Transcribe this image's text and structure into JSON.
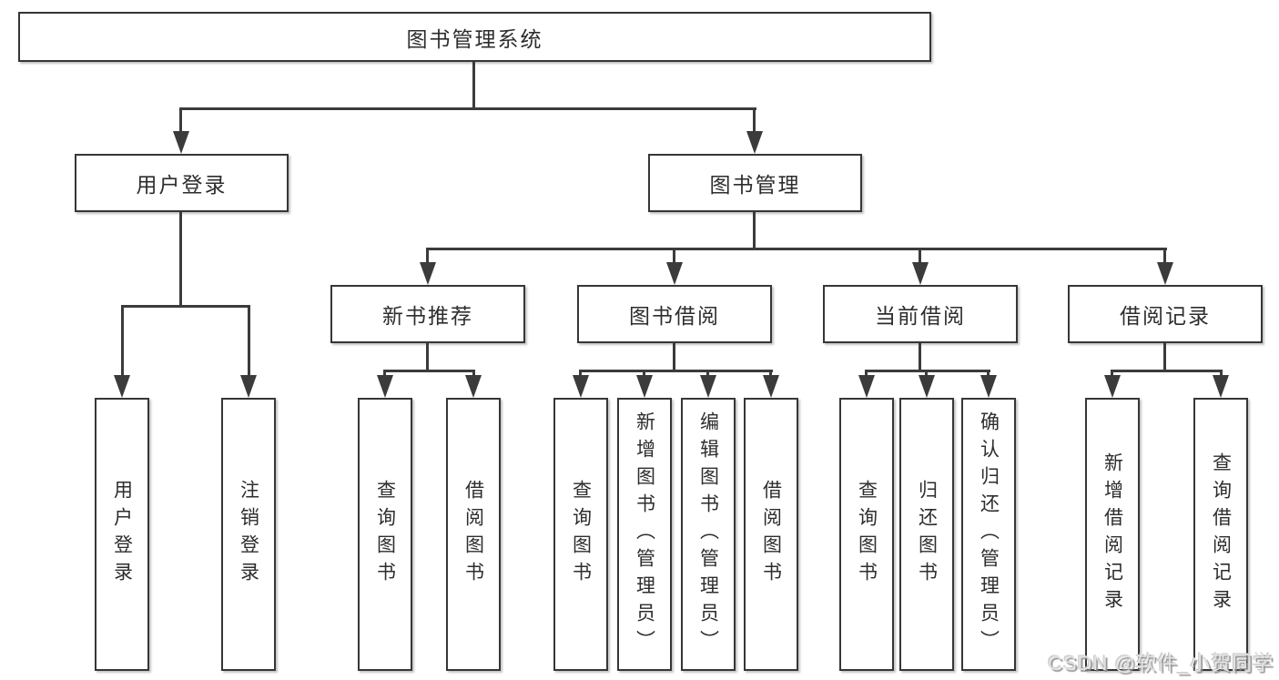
{
  "diagram_type": "hierarchy-chart",
  "tree": {
    "label": "图书管理系统",
    "children": [
      {
        "label": "用户登录",
        "children": [
          {
            "label": "用户登录"
          },
          {
            "label": "注销登录"
          }
        ]
      },
      {
        "label": "图书管理",
        "children": [
          {
            "label": "新书推荐",
            "children": [
              {
                "label": "查询图书"
              },
              {
                "label": "借阅图书"
              }
            ]
          },
          {
            "label": "图书借阅",
            "children": [
              {
                "label": "查询图书"
              },
              {
                "label": "新增图书（管理员）"
              },
              {
                "label": "编辑图书（管理员）"
              },
              {
                "label": "借阅图书"
              }
            ]
          },
          {
            "label": "当前借阅",
            "children": [
              {
                "label": "查询图书"
              },
              {
                "label": "归还图书"
              },
              {
                "label": "确认归还（管理员）"
              }
            ]
          },
          {
            "label": "借阅记录",
            "children": [
              {
                "label": "新增借阅记录"
              },
              {
                "label": "查询借阅记录"
              }
            ]
          }
        ]
      }
    ]
  },
  "watermark": {
    "text": "CSDN @软件_小贺同学"
  },
  "colors": {
    "background": "#ffffff",
    "line": "#3b3b3b",
    "box_border": "#363636",
    "box_fill": "#ffffff",
    "text": "#2d2d2d",
    "watermark": "#e3e3e3"
  }
}
